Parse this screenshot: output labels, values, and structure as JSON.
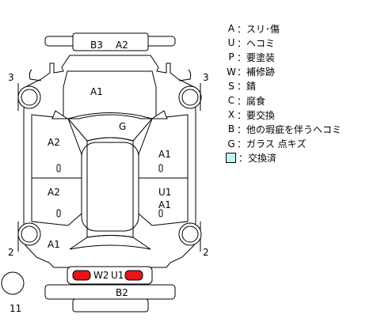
{
  "diagram": {
    "labels": {
      "front_bumper": [
        "B3",
        "A2"
      ],
      "hood": "A1",
      "windshield": "G",
      "left_front_door": "A2",
      "left_rear_door": "A2",
      "left_quarter": "A1",
      "right_front_door": "A1",
      "right_rear_door": [
        "U1",
        "A1"
      ],
      "rear_window": [
        "W2",
        "U1"
      ],
      "rear_bumper": "B2",
      "front_left_wheel": "3",
      "front_right_wheel": "3",
      "rear_left_wheel": "2",
      "rear_right_wheel": "2",
      "spare_tire": "11"
    },
    "colors": {
      "marked_yellow": "#f3ec13",
      "marked_red": "#e8141a",
      "replaced_cyan": "#bff4f7",
      "outline": "#000000"
    }
  },
  "legend": [
    {
      "code": "A",
      "sep": "：",
      "text": "スリ･傷"
    },
    {
      "code": "U",
      "sep": "：",
      "text": "ヘコミ"
    },
    {
      "code": "P",
      "sep": "：",
      "text": "要塗装"
    },
    {
      "code": "W",
      "sep": "：",
      "text": "補修跡"
    },
    {
      "code": "S",
      "sep": "：",
      "text": "錆"
    },
    {
      "code": "C",
      "sep": "：",
      "text": "腐食"
    },
    {
      "code": "X",
      "sep": "：",
      "text": "要交換"
    },
    {
      "code": "B",
      "sep": "：",
      "text": "他の瑕疵を伴うヘコミ"
    },
    {
      "code": "G",
      "sep": "：",
      "text": "ガラス 点キズ"
    },
    {
      "code": "swatch",
      "sep": "：",
      "text": "交換済"
    }
  ]
}
